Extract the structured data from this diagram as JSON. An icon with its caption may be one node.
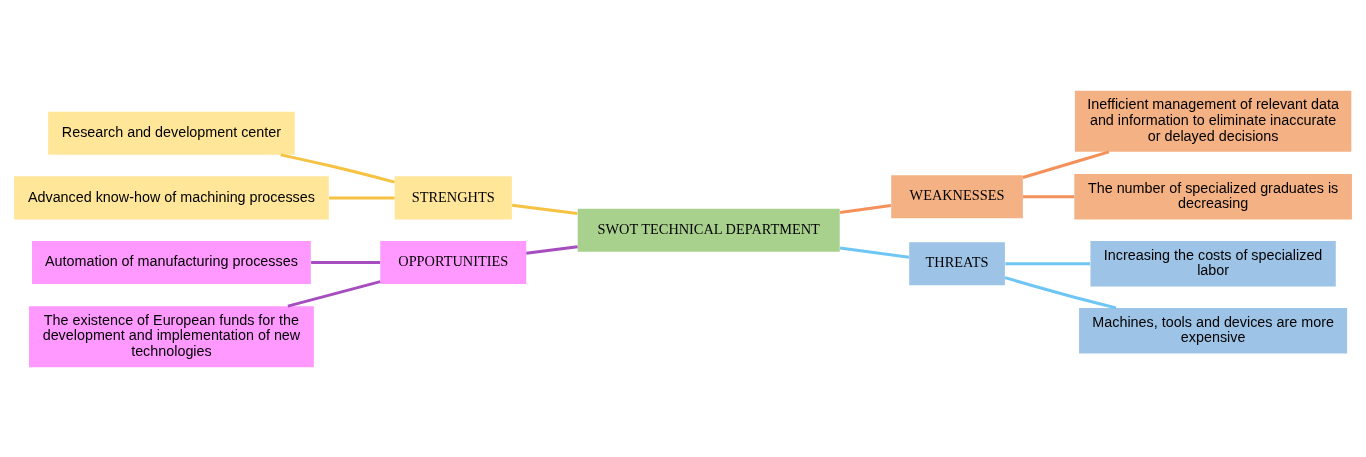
{
  "diagram": {
    "nodes": [
      {
        "text": [
          "Research and development center"
        ]
      },
      {
        "text": [
          "Advanced know-how of machining processes"
        ]
      },
      {
        "text": [
          "STRENGHTS"
        ]
      },
      {
        "text": [
          "Automation of manufacturing processes"
        ]
      },
      {
        "text": [
          "The existence of European funds for the development and implementation of new technologies"
        ]
      },
      {
        "text": [
          "OPPORTUNITIES"
        ]
      },
      {
        "text": [
          "SWOT TECHNICAL DEPARTMENT"
        ]
      },
      {
        "text": [
          "WEAKNESSES"
        ]
      },
      {
        "text": [
          "Inefficient management of relevant data and information to eliminate inaccurate or delayed decisions"
        ]
      },
      {
        "text": [
          "The number of specialized graduates is decreasing"
        ]
      },
      {
        "text": [
          "THREATS"
        ]
      },
      {
        "text": [
          "Increasing the costs of specialized labor"
        ]
      },
      {
        "text": [
          "Machines, tools and devices are more expensive"
        ]
      }
    ],
    "edges": [
      {
        "from": 0,
        "to": 2,
        "arrow": "none",
        "color": "#f5c242"
      },
      {
        "from": 1,
        "to": 2,
        "arrow": "none",
        "color": "#f5c242"
      },
      {
        "from": 2,
        "to": 6,
        "arrow": "none",
        "color": "#f5c242"
      },
      {
        "from": 3,
        "to": 5,
        "arrow": "none",
        "color": "#a64dbf"
      },
      {
        "from": 4,
        "to": 5,
        "arrow": "none",
        "color": "#a64dbf"
      },
      {
        "from": 5,
        "to": 6,
        "arrow": "none",
        "color": "#a64dbf"
      },
      {
        "from": 6,
        "to": 7,
        "arrow": "none",
        "color": "#f4915a"
      },
      {
        "from": 7,
        "to": 8,
        "arrow": "none",
        "color": "#f4915a"
      },
      {
        "from": 7,
        "to": 9,
        "arrow": "none",
        "color": "#f4915a"
      },
      {
        "from": 6,
        "to": 10,
        "arrow": "none",
        "color": "#6ec6f5"
      },
      {
        "from": 10,
        "to": 11,
        "arrow": "none",
        "color": "#6ec6f5"
      },
      {
        "from": 10,
        "to": 12,
        "arrow": "none",
        "color": "#6ec6f5"
      }
    ]
  }
}
